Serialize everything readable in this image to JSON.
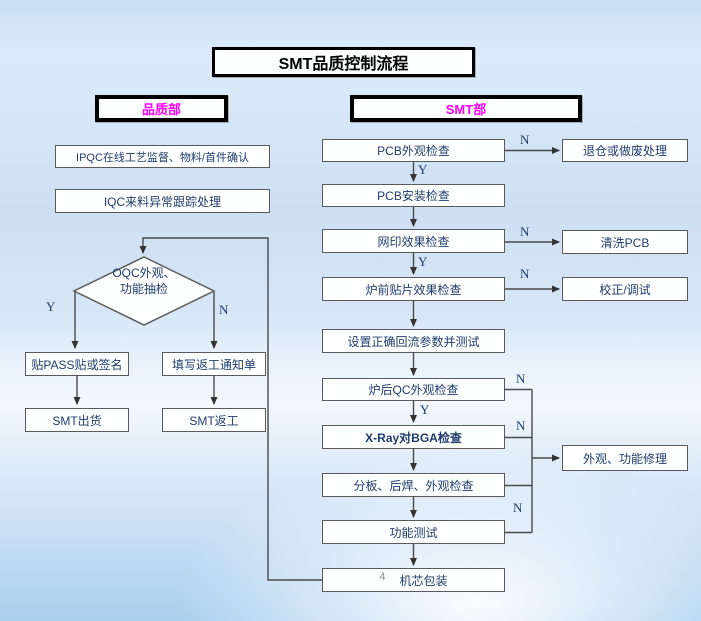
{
  "title": "SMT品质控制流程",
  "headers": {
    "left": "品质部",
    "right": "SMT部"
  },
  "decision_labels": {
    "yes": "Y",
    "no": "N"
  },
  "left": {
    "ipqc": "IPQC在线工艺监督、物料/首件确认",
    "iqc": "IQC来料异常跟踪处理",
    "oqc": {
      "line1": "OQC外观、",
      "line2": "功能抽检"
    },
    "pass_box": "贴PASS贴或签名",
    "ship": "SMT出货",
    "rework_note": "填写返工通知单",
    "rework": "SMT返工"
  },
  "right": {
    "steps": [
      "PCB外观检查",
      "PCB安装检查",
      "网印效果检查",
      "炉前贴片效果检查",
      "设置正确回流参数并测试",
      "炉后QC外观检查",
      "X-Ray对BGA检查",
      "分板、后焊、外观检查",
      "功能测试",
      "机芯包装"
    ],
    "step10_prefix": "4",
    "side": {
      "scrap": "退仓或做废处理",
      "clean": "清洗PCB",
      "calibrate": "校正/调试",
      "repair": "外观、功能修理"
    }
  },
  "colors": {
    "header_text": "#ff00ff",
    "box_fill": "#feffff",
    "box_border": "#5a5a5a",
    "frame_border": "#000000",
    "text": "#1f3c6e",
    "line": "#4a4a4a",
    "prefix_gray": "#8a8a8a"
  }
}
